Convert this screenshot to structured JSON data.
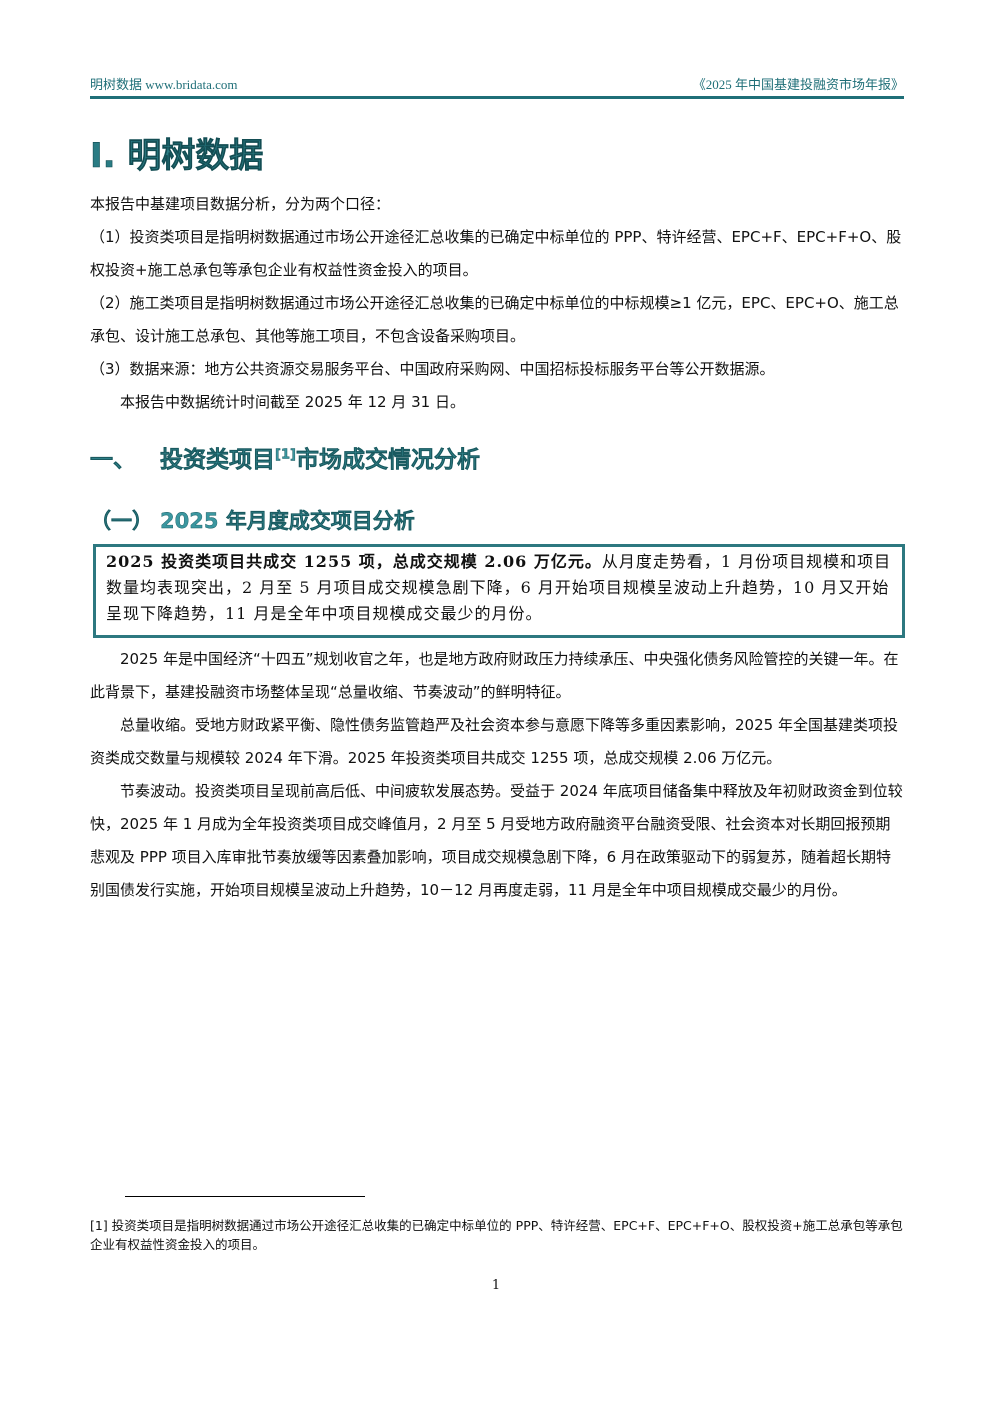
{
  "header": {
    "left": "明树数据 www.bridata.com",
    "right": "《2025 年中国基建投融资市场年报》"
  },
  "title": "I. 明树数据",
  "intro": [
    "本报告中基建项目数据分析，分为两个口径：",
    "（1）投资类项目是指明树数据通过市场公开途径汇总收集的已确定中标单位的 PPP、特许经营、EPC+F、EPC+F+O、股权投资+施工总承包等承包企业有权益性资金投入的项目。",
    "（2）施工类项目是指明树数据通过市场公开途径汇总收集的已确定中标单位的中标规模≥1 亿元，EPC、EPC+O、施工总承包、设计施工总承包、其他等施工项目，不包含设备采购项目。",
    "（3）数据来源：地方公共资源交易服务平台、中国政府采购网、中国招标投标服务平台等公开数据源。",
    "本报告中数据统计时间截至 2025 年 12 月 31 日。"
  ],
  "section": {
    "num": "一、",
    "title_a": "投资类项目",
    "sup": "[1]",
    "title_b": "市场成交情况分析"
  },
  "subsection": {
    "num": "（一）",
    "title": "2025 年月度成交项目分析"
  },
  "box": {
    "bold": "2025 投资类项目共成交 1255 项，总成交规模 2.06 万亿元。",
    "rest": "从月度走势看，1 月份项目规模和项目数量均表现突出，2 月至 5 月项目成交规模急剧下降，6 月开始项目规模呈波动上升趋势，10 月又开始呈现下降趋势，11 月是全年中项目规模成交最少的月份。"
  },
  "paragraphs": [
    "2025 年是中国经济“十四五”规划收官之年，也是地方政府财政压力持续承压、中央强化债务风险管控的关键一年。在此背景下，基建投融资市场整体呈现“总量收缩、节奏波动”的鲜明特征。",
    "总量收缩。受地方财政紧平衡、隐性债务监管趋严及社会资本参与意愿下降等多重因素影响，2025 年全国基建类项投资类成交数量与规模较 2024 年下滑。2025 年投资类项目共成交 1255 项，总成交规模 2.06 万亿元。",
    "节奏波动。投资类项目呈现前高后低、中间疲软发展态势。受益于 2024 年底项目储备集中释放及年初财政资金到位较快，2025 年 1 月成为全年投资类项目成交峰值月，2 月至 5 月受地方政府融资平台融资受限、社会资本对长期回报预期悲观及 PPP 项目入库审批节奏放缓等因素叠加影响，项目成交规模急剧下降，6 月在政策驱动下的弱复苏，随着超长期特别国债发行实施，开始项目规模呈波动上升趋势，10－12 月再度走弱，11 月是全年中项目规模成交最少的月份。"
  ],
  "footnote": "[1] 投资类项目是指明树数据通过市场公开途径汇总收集的已确定中标单位的 PPP、特许经营、EPC+F、EPC+F+O、股权投资+施工总承包等承包企业有权益性资金投入的项目。",
  "page_number": "1"
}
